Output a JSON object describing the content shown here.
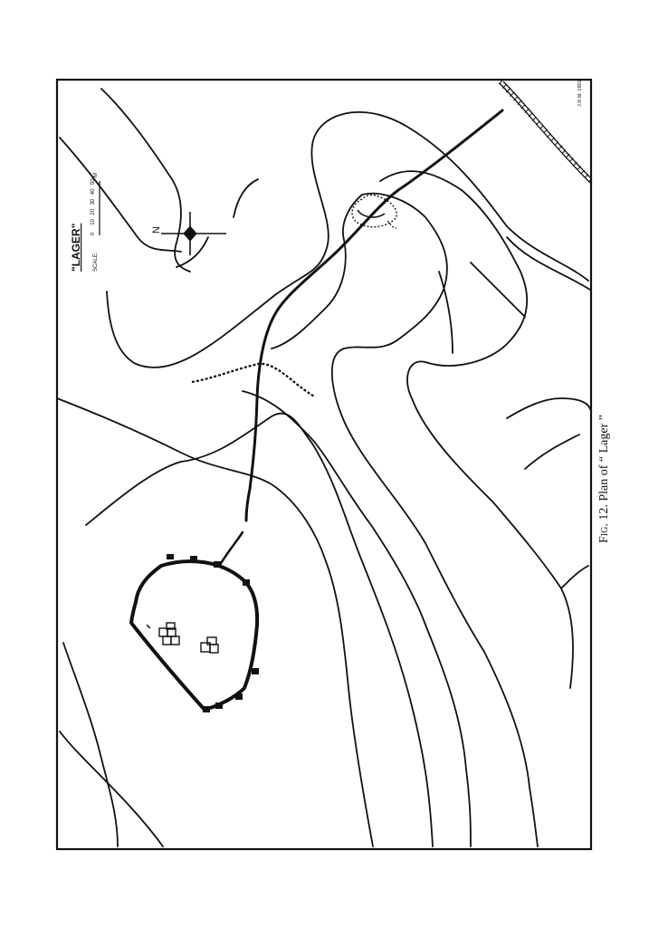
{
  "map": {
    "title": "\"LAGER\"",
    "scale_label": "SCALE:",
    "scale_ticks": [
      "0",
      "10",
      "20",
      "30",
      "40",
      "50"
    ],
    "scale_unit": "M",
    "north_label": "N",
    "author_mark": "J.R.M. 1902"
  },
  "caption": {
    "fig": "Fig. 12.",
    "text": "Plan of “ Lager ”"
  },
  "colors": {
    "ink": "#111111",
    "paper": "#ffffff"
  }
}
